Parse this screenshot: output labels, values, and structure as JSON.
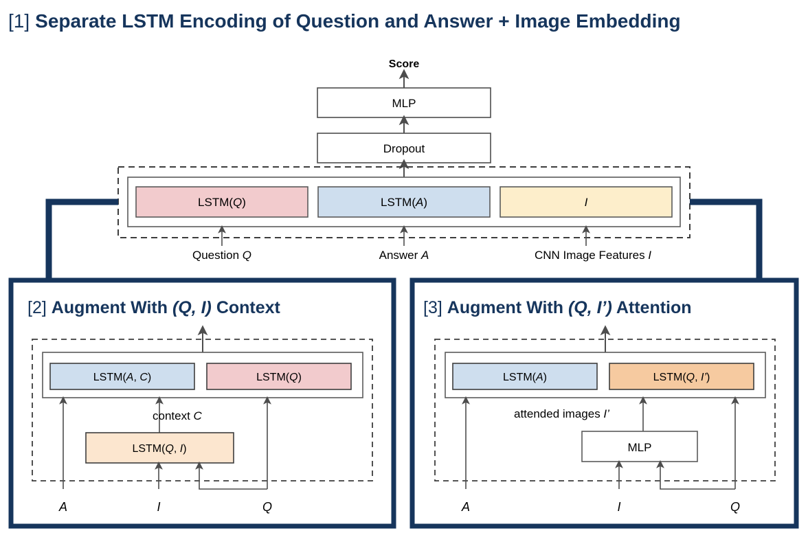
{
  "figure": {
    "background": "#ffffff",
    "panel_border_color": "#16355c",
    "connector_color": "#16355c"
  },
  "colors": {
    "pink": "#f2cbcd",
    "blue": "#cedeee",
    "yellow": "#fdeecb",
    "peach_light": "#fce6cf",
    "orange": "#f6caa0",
    "navy": "#16355c",
    "box_stroke": "#5a5a5a",
    "arrow": "#4d4d4d"
  },
  "panel1": {
    "index": "[1]",
    "title": "Separate LSTM Encoding of Question and Answer + Image Embedding",
    "score_label": "Score",
    "mlp_label": "MLP",
    "dropout_label": "Dropout",
    "blocks": [
      {
        "label_main": "LSTM(",
        "label_var": "Q",
        "label_tail": ")",
        "color": "pink"
      },
      {
        "label_main": "LSTM(",
        "label_var": "A",
        "label_tail": ")",
        "color": "blue"
      },
      {
        "label_main": "",
        "label_var": "I",
        "label_tail": "",
        "color": "yellow"
      }
    ],
    "input_labels": [
      {
        "text": "Question ",
        "var": "Q"
      },
      {
        "text": "Answer ",
        "var": "A"
      },
      {
        "text": "CNN Image Features ",
        "var": "I"
      }
    ]
  },
  "panel2": {
    "index": "[2]",
    "title_plain_a": "Augment With ",
    "title_italic": "(Q, I)",
    "title_plain_b": " Context",
    "top_blocks": [
      {
        "prefix": "LSTM(",
        "var1": "A",
        "sep": ", ",
        "var2": "C",
        "suffix": ")",
        "color": "blue"
      },
      {
        "prefix": "LSTM(",
        "var1": "Q",
        "sep": "",
        "var2": "",
        "suffix": ")",
        "color": "pink"
      }
    ],
    "context_label_text": "context ",
    "context_label_var": "C",
    "lower_block": {
      "prefix": "LSTM(",
      "var1": "Q",
      "sep": ", ",
      "var2": "I",
      "suffix": ")",
      "color": "peach_light"
    },
    "inputs": [
      "A",
      "I",
      "Q"
    ]
  },
  "panel3": {
    "index": "[3]",
    "title_plain_a": "Augment With ",
    "title_italic": "(Q, I’)",
    "title_plain_b": " Attention",
    "top_blocks": [
      {
        "prefix": "LSTM(",
        "var1": "A",
        "sep": "",
        "var2": "",
        "suffix": ")",
        "color": "blue"
      },
      {
        "prefix": "LSTM(",
        "var1": "Q",
        "sep": ", ",
        "var2": "I’",
        "suffix": ")",
        "color": "orange"
      }
    ],
    "attended_label_text": "attended images ",
    "attended_label_var": "I’",
    "lower_block": {
      "label": "MLP"
    },
    "inputs": [
      "A",
      "I",
      "Q"
    ]
  }
}
